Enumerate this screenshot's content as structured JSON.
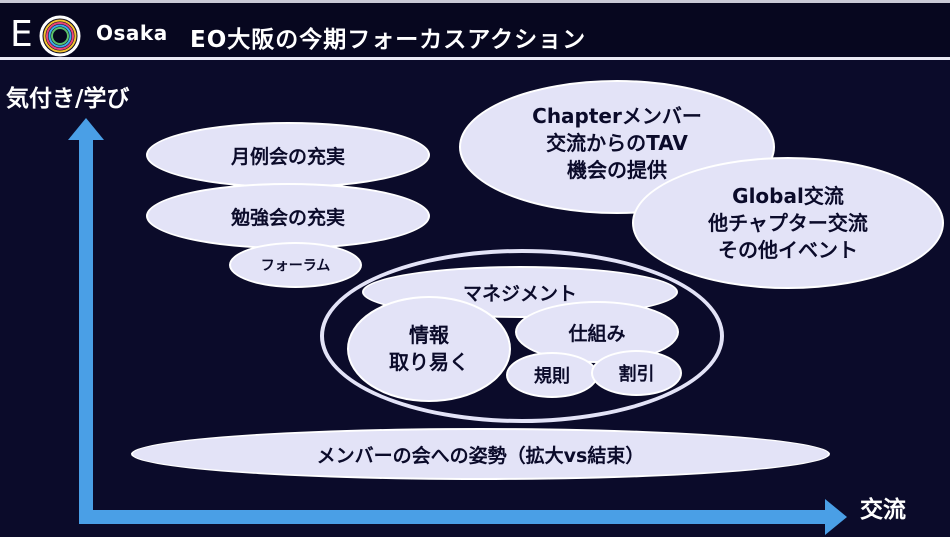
{
  "header": {
    "logo_text": "EO",
    "brand": "Osaka",
    "title": "EO大阪の今期フォーカスアクション"
  },
  "axes": {
    "y_label": "気付き/学び",
    "x_label": "交流"
  },
  "nodes": {
    "monthly": "月例会の充実",
    "study": "勉強会の充実",
    "forum": "フォーラム",
    "chapter": "Chapterメンバー\n交流からのTAV\n機会の提供",
    "global": "Global交流\n他チャプター交流\nその他イベント",
    "management": "マネジメント",
    "info": "情報\n取り易く",
    "system": "仕組み",
    "rules": "規則",
    "discount": "割引",
    "attitude": "メンバーの会への姿勢（拡大vs結束）"
  },
  "colors": {
    "background": "#0b0b2a",
    "bubble": "#e3e3f7",
    "axis": "#4a9fe6"
  }
}
